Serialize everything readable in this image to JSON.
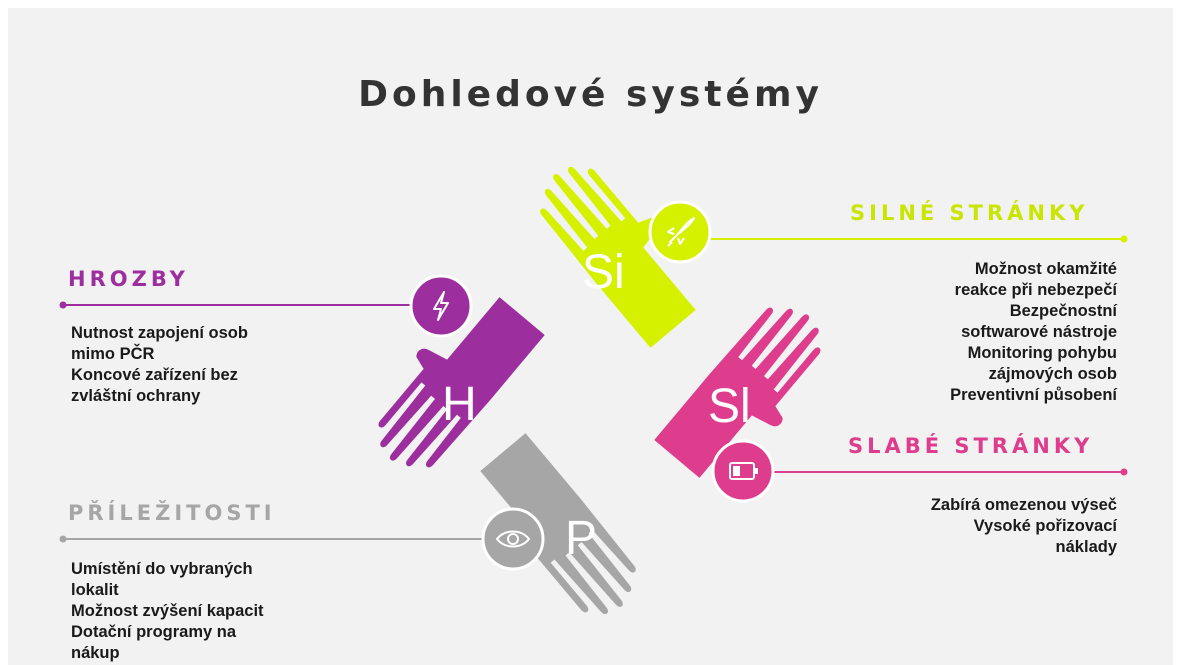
{
  "title": "Dohledové systémy",
  "quadrants": {
    "strengths": {
      "heading": "SILNÉ STRÁNKY",
      "letter": "Si",
      "icon": "rocket-icon",
      "color": "#d5f100",
      "lines": [
        "Možnost okamžité",
        "reakce při nebezpečí",
        "Bezpečnostní",
        "softwarové nástroje",
        "Monitoring pohybu",
        "zájmových osob",
        "Preventivní působení"
      ]
    },
    "weaknesses": {
      "heading": "SLABÉ STRÁNKY",
      "letter": "Sl",
      "icon": "battery-low-icon",
      "color": "#de3c8c",
      "lines": [
        "Zabírá omezenou výseč",
        "Vysoké pořizovací",
        "náklady"
      ]
    },
    "threats": {
      "heading": "HROZBY",
      "letter": "H",
      "icon": "lightning-icon",
      "color": "#9c2e9e",
      "lines": [
        "Nutnost zapojení osob",
        "mimo PČR",
        "Koncové zařízení bez",
        "zvláštní ochrany"
      ]
    },
    "opportunities": {
      "heading": "PŘÍLEŽITOSTI",
      "letter": "P",
      "icon": "eye-icon",
      "color": "#a6a6a6",
      "lines": [
        "Umístění do vybraných",
        "lokalit",
        "Možnost zvýšení kapacit",
        "Dotační programy na",
        "nákup"
      ]
    }
  }
}
